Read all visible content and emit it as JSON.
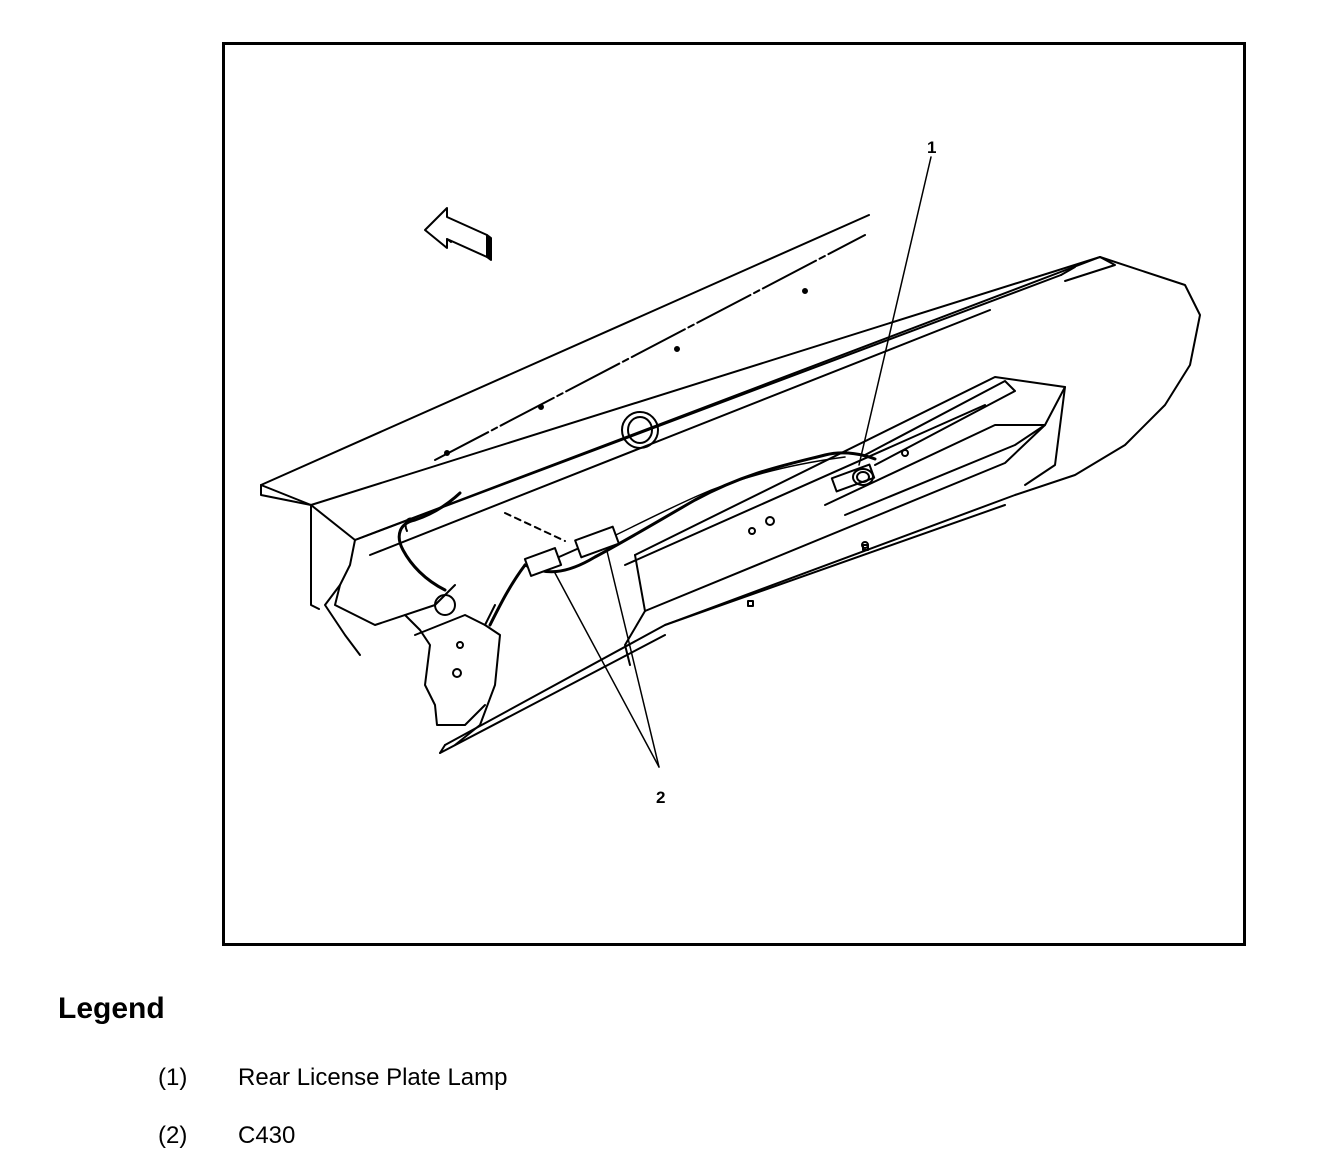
{
  "diagram": {
    "callouts": [
      {
        "label": "1"
      },
      {
        "label": "2"
      }
    ]
  },
  "legend": {
    "title": "Legend",
    "items": [
      {
        "number": "(1)",
        "text": "Rear License Plate Lamp"
      },
      {
        "number": "(2)",
        "text": "C430"
      }
    ]
  }
}
